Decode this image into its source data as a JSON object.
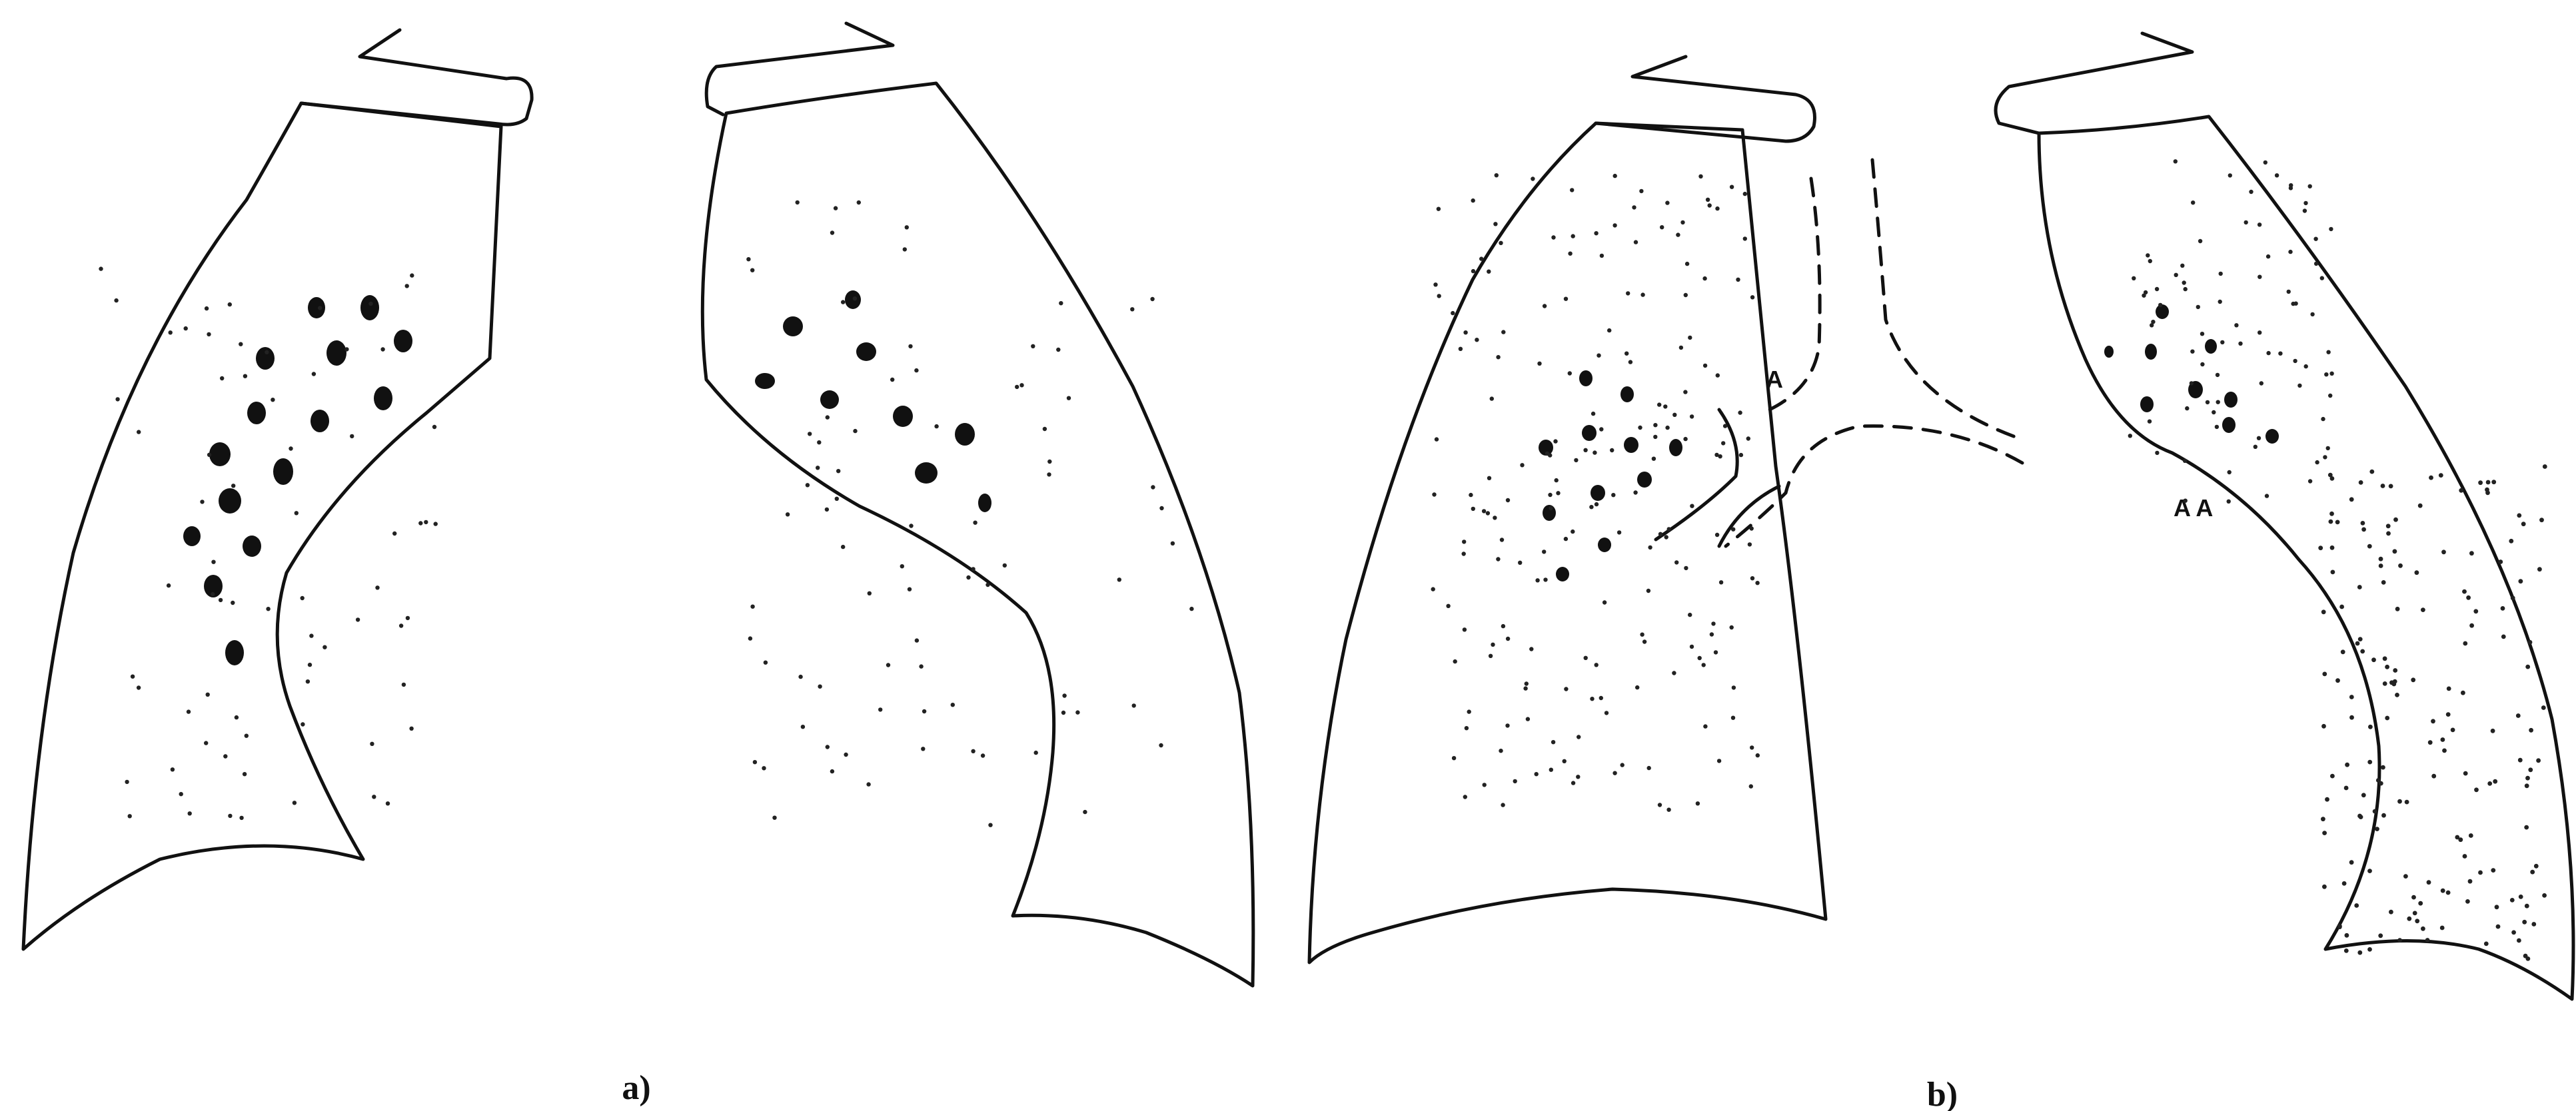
{
  "panels": [
    {
      "label": "a)"
    },
    {
      "label": "b)"
    }
  ],
  "markers": {
    "a": "A",
    "aa": "A A"
  }
}
